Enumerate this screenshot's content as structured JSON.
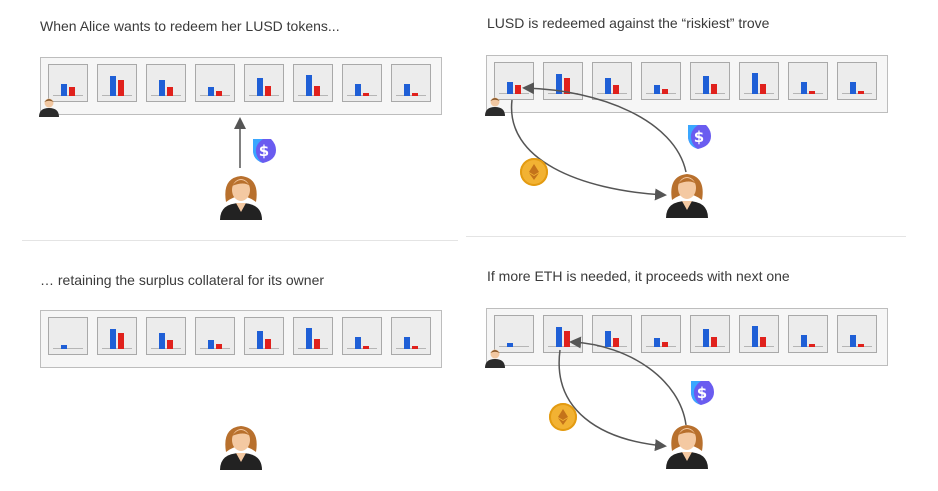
{
  "panels": [
    {
      "caption": "When Alice wants to redeem her LUSD tokens...",
      "troves": [
        {
          "blue": 0.45,
          "red": 0.35
        },
        {
          "blue": 0.75,
          "red": 0.62
        },
        {
          "blue": 0.62,
          "red": 0.35
        },
        {
          "blue": 0.35,
          "red": 0.2
        },
        {
          "blue": 0.68,
          "red": 0.38
        },
        {
          "blue": 0.8,
          "red": 0.4
        },
        {
          "blue": 0.45,
          "red": 0.12
        },
        {
          "blue": 0.48,
          "red": 0.1
        }
      ]
    },
    {
      "caption": "LUSD is redeemed against the “riskiest” trove",
      "troves": [
        {
          "blue": 0.45,
          "red": 0.35
        },
        {
          "blue": 0.75,
          "red": 0.62
        },
        {
          "blue": 0.62,
          "red": 0.35
        },
        {
          "blue": 0.35,
          "red": 0.2
        },
        {
          "blue": 0.68,
          "red": 0.38
        },
        {
          "blue": 0.8,
          "red": 0.4
        },
        {
          "blue": 0.45,
          "red": 0.12
        },
        {
          "blue": 0.48,
          "red": 0.1
        }
      ]
    },
    {
      "caption": "… retaining the surplus collateral for its owner",
      "troves": [
        {
          "blue": 0.15,
          "red": 0
        },
        {
          "blue": 0.75,
          "red": 0.62
        },
        {
          "blue": 0.62,
          "red": 0.35
        },
        {
          "blue": 0.35,
          "red": 0.2
        },
        {
          "blue": 0.68,
          "red": 0.38
        },
        {
          "blue": 0.8,
          "red": 0.4
        },
        {
          "blue": 0.45,
          "red": 0.12
        },
        {
          "blue": 0.48,
          "red": 0.1
        }
      ]
    },
    {
      "caption": "If more ETH is needed, it proceeds with next one",
      "troves": [
        {
          "blue": 0.15,
          "red": 0
        },
        {
          "blue": 0.75,
          "red": 0.62
        },
        {
          "blue": 0.62,
          "red": 0.35
        },
        {
          "blue": 0.35,
          "red": 0.2
        },
        {
          "blue": 0.68,
          "red": 0.38
        },
        {
          "blue": 0.8,
          "red": 0.4
        },
        {
          "blue": 0.45,
          "red": 0.12
        },
        {
          "blue": 0.48,
          "red": 0.1
        }
      ]
    }
  ],
  "icons": {
    "user": "person-icon",
    "alice": "alice-avatar-icon",
    "lusd": "lusd-token-icon",
    "eth": "eth-coin-icon"
  },
  "colors": {
    "collateral": "#1f5fd6",
    "debt": "#e0211c",
    "lusd": "#5b5be8",
    "eth_coin": "#f2b233"
  }
}
